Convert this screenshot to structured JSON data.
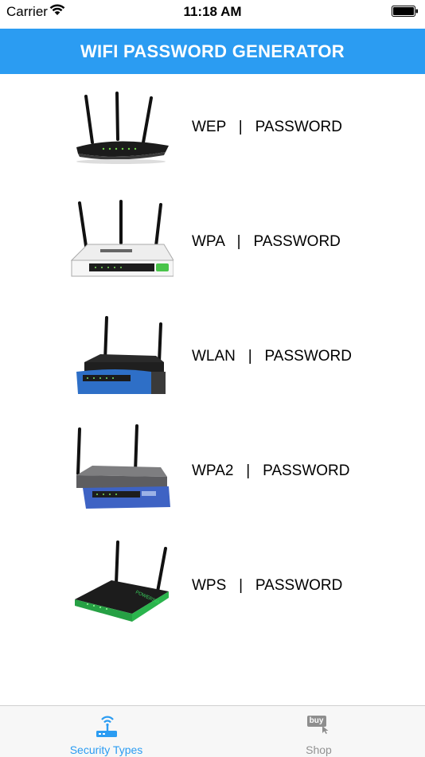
{
  "status_bar": {
    "carrier": "Carrier",
    "time": "11:18 AM"
  },
  "header": {
    "title": "WIFI PASSWORD GENERATOR"
  },
  "security_types": [
    {
      "type": "WEP",
      "separator": "|",
      "action": "PASSWORD",
      "icon": "router-black-icon"
    },
    {
      "type": "WPA",
      "separator": "|",
      "action": "PASSWORD",
      "icon": "router-white-icon"
    },
    {
      "type": "WLAN",
      "separator": "|",
      "action": "PASSWORD",
      "icon": "router-blue-icon"
    },
    {
      "type": "WPA2",
      "separator": "|",
      "action": "PASSWORD",
      "icon": "router-blue-gray-icon"
    },
    {
      "type": "WPS",
      "separator": "|",
      "action": "PASSWORD",
      "icon": "router-green-icon"
    }
  ],
  "tabbar": {
    "tabs": [
      {
        "label": "Security Types",
        "icon": "router-tab-icon",
        "selected": true
      },
      {
        "label": "Shop",
        "icon": "buy-tag-icon",
        "icon_text": "buy",
        "selected": false
      }
    ]
  },
  "colors": {
    "accent": "#2b9cf2",
    "tab_inactive": "#929292",
    "text": "#000000"
  }
}
